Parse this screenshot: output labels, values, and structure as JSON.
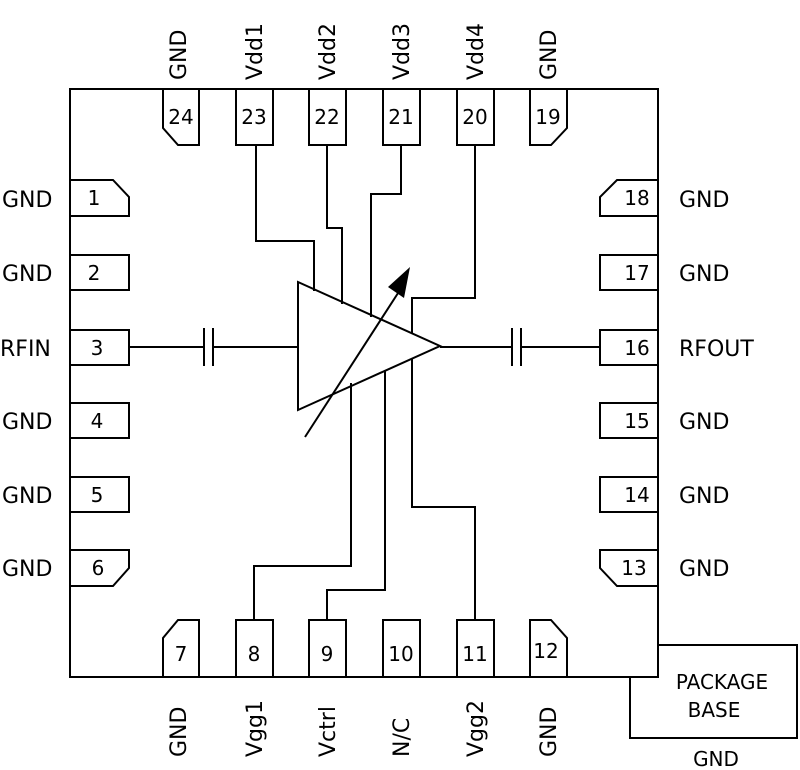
{
  "diagram": {
    "pins_top": [
      {
        "num": "24",
        "name": "GND"
      },
      {
        "num": "23",
        "name": "Vdd1"
      },
      {
        "num": "22",
        "name": "Vdd2"
      },
      {
        "num": "21",
        "name": "Vdd3"
      },
      {
        "num": "20",
        "name": "Vdd4"
      },
      {
        "num": "19",
        "name": "GND"
      }
    ],
    "pins_bottom": [
      {
        "num": "7",
        "name": "GND"
      },
      {
        "num": "8",
        "name": "Vgg1"
      },
      {
        "num": "9",
        "name": "Vctrl"
      },
      {
        "num": "10",
        "name": "N/C"
      },
      {
        "num": "11",
        "name": "Vgg2"
      },
      {
        "num": "12",
        "name": "GND"
      }
    ],
    "pins_left": [
      {
        "num": "1",
        "name": "GND"
      },
      {
        "num": "2",
        "name": "GND"
      },
      {
        "num": "3",
        "name": "RFIN"
      },
      {
        "num": "4",
        "name": "GND"
      },
      {
        "num": "5",
        "name": "GND"
      },
      {
        "num": "6",
        "name": "GND"
      }
    ],
    "pins_right": [
      {
        "num": "18",
        "name": "GND"
      },
      {
        "num": "17",
        "name": "GND"
      },
      {
        "num": "16",
        "name": "RFOUT"
      },
      {
        "num": "15",
        "name": "GND"
      },
      {
        "num": "14",
        "name": "GND"
      },
      {
        "num": "13",
        "name": "GND"
      }
    ],
    "package_base": {
      "line1": "PACKAGE",
      "line2": "BASE",
      "ground": "GND"
    }
  }
}
